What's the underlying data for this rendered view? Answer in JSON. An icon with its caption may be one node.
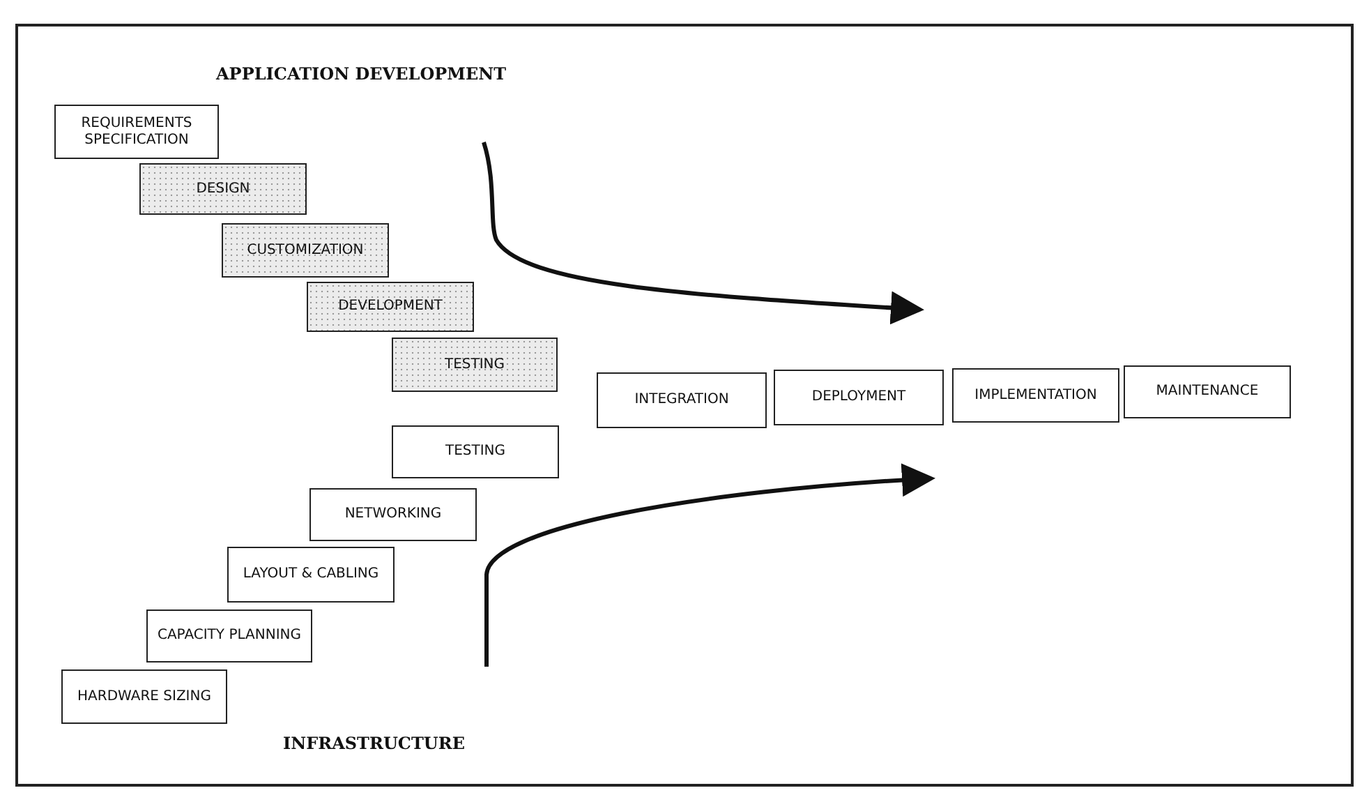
{
  "diagram": {
    "nodes": [
      {
        "text": [
          "REQUIREMENTS SPECIFICATION"
        ]
      },
      {
        "text": [
          "DESIGN"
        ]
      },
      {
        "text": [
          "CUSTOMIZATION"
        ]
      },
      {
        "text": [
          "DEVELOPMENT"
        ]
      },
      {
        "text": [
          "TESTING"
        ]
      },
      {
        "text": [
          "INTEGRATION"
        ]
      },
      {
        "text": [
          "DEPLOYMENT"
        ]
      },
      {
        "text": [
          "IMPLEMENTATION"
        ]
      },
      {
        "text": [
          "MAINTENANCE"
        ]
      },
      {
        "text": [
          "TESTING"
        ]
      },
      {
        "text": [
          "NETWORKING"
        ]
      },
      {
        "text": [
          "LAYOUT & CABLING"
        ]
      },
      {
        "text": [
          "CAPACITY PLANNING"
        ]
      },
      {
        "text": [
          "HARDWARE SIZING"
        ]
      }
    ],
    "edges": [],
    "labels": [
      "APPLICATION DEVELOPMENT",
      "INFRASTRUCTURE"
    ]
  }
}
